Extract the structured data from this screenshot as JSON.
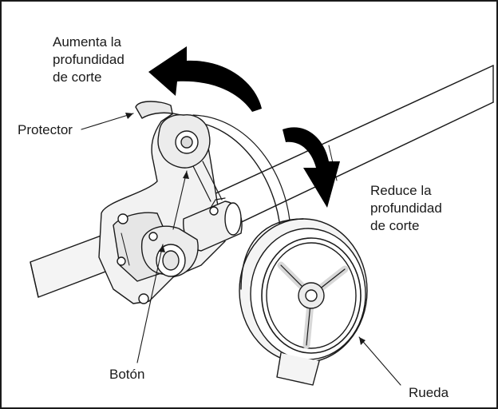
{
  "labels": {
    "increase_depth": [
      "Aumenta la",
      "profundidad",
      "de corte"
    ],
    "reduce_depth": [
      "Reduce la",
      "profundidad",
      "de corte"
    ],
    "protector": "Protector",
    "button": "Botón",
    "wheel": "Rueda"
  },
  "colors": {
    "stroke": "#1a1a1a",
    "fill_light": "#f2f2f2",
    "fill_mid": "#dcdcdc",
    "arrow": "#000000",
    "background": "#ffffff"
  }
}
